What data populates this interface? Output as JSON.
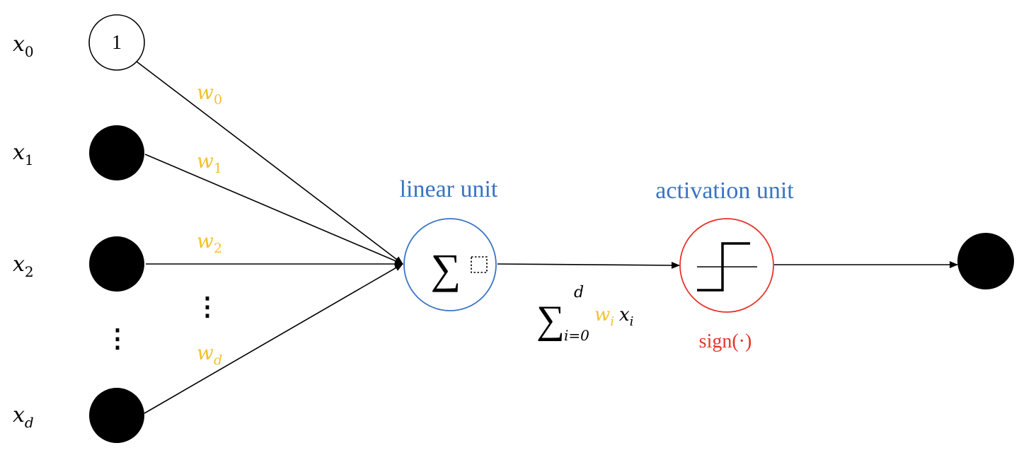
{
  "inputs": [
    {
      "base": "x",
      "sub": "0",
      "node_text": "1"
    },
    {
      "base": "x",
      "sub": "1",
      "node_text": ""
    },
    {
      "base": "x",
      "sub": "2",
      "node_text": ""
    },
    {
      "base": "x",
      "sub": "d",
      "node_text": ""
    }
  ],
  "weights": [
    {
      "base": "w",
      "sub": "0"
    },
    {
      "base": "w",
      "sub": "1"
    },
    {
      "base": "w",
      "sub": "2"
    },
    {
      "base": "w",
      "sub": "d"
    }
  ],
  "ellipsis": "⋮",
  "linear_unit": {
    "label": "linear unit",
    "symbol": "∑"
  },
  "activation_unit": {
    "label": "activation unit",
    "function": "sign(·)"
  },
  "formula": {
    "sigma": "∑",
    "upper": "d",
    "lower": "i=0",
    "weight_base": "w",
    "weight_sub": "i",
    "input_base": "x",
    "input_sub": "i"
  },
  "colors": {
    "weight": "#F2C12E",
    "linear_unit": "#3A74C2",
    "activation_unit": "#E5342B",
    "line": "#000000",
    "node_fill": "#000000"
  }
}
